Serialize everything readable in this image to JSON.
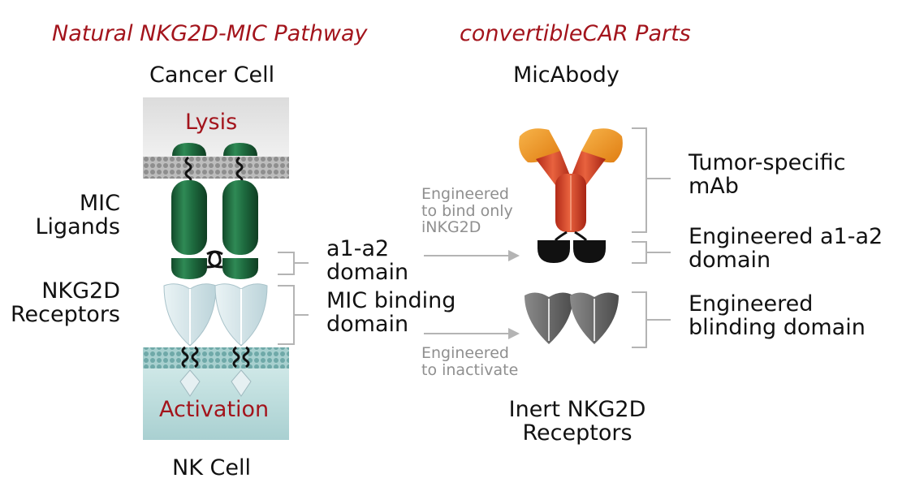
{
  "headers": {
    "left": "Natural NKG2D-MIC Pathway",
    "right": "convertibleCAR Parts"
  },
  "left": {
    "cancer_cell": "Cancer Cell",
    "lysis": "Lysis",
    "activation": "Activation",
    "nk_cell": "NK Cell",
    "mic_ligands": [
      "MIC",
      "Ligands"
    ],
    "nkg2d_receptors": [
      "NKG2D",
      "Receptors"
    ]
  },
  "middle": {
    "a1a2_domain": [
      "a1-a2",
      "domain"
    ],
    "mic_binding_domain": [
      "MIC binding",
      "domain"
    ],
    "engineered_bind": [
      "Engineered",
      "to bind only",
      "iNKG2D"
    ],
    "engineered_inactivate": [
      "Engineered",
      "to inactivate"
    ]
  },
  "right": {
    "micabody": "MicAbody",
    "tumor_mab": [
      "Tumor-specific",
      "mAb"
    ],
    "engineered_a1a2": [
      "Engineered a1-a2",
      "domain"
    ],
    "engineered_blinding": [
      "Engineered",
      "blinding domain"
    ],
    "inert_receptors": [
      "Inert NKG2D",
      "Receptors"
    ]
  },
  "colors": {
    "header_red": "#a3141c",
    "mic_green": "#1e6b3f",
    "receptor_blue": "#d5e6ea",
    "membrane_gray": "#9a9a9a",
    "nk_teal": "#bcdcdc",
    "antibody_orange": "#f19a22",
    "antibody_red": "#d7452b",
    "domain_black": "#111111",
    "inert_gray": "#6a6a6a",
    "arrow_gray": "#b4b4b4"
  }
}
